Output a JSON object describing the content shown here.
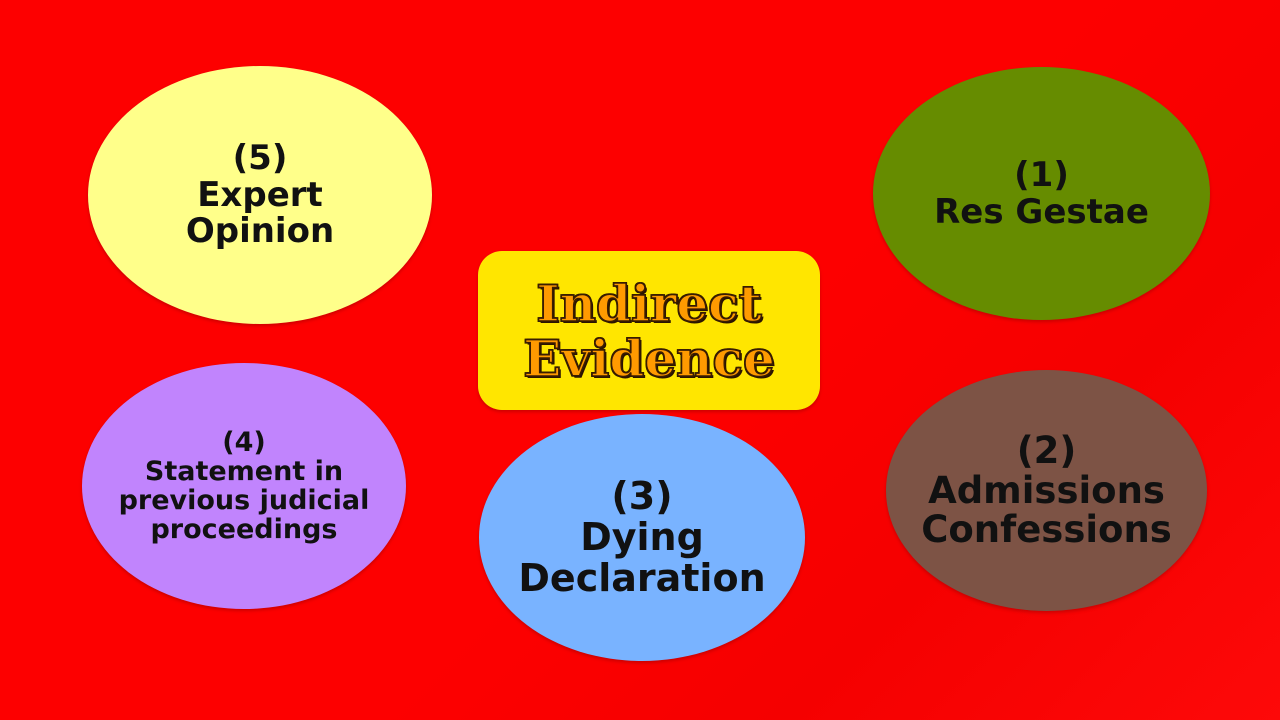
{
  "center": {
    "line1": "Indirect",
    "line2": "Evidence"
  },
  "items": [
    {
      "number": "(1)",
      "lines": [
        "Res Gestae"
      ],
      "color": "#668c00"
    },
    {
      "number": "(2)",
      "lines": [
        "Admissions",
        "Confessions"
      ],
      "color": "#7d5345"
    },
    {
      "number": "(3)",
      "lines": [
        "Dying",
        "Declaration"
      ],
      "color": "#79b3ff"
    },
    {
      "number": "(4)",
      "lines": [
        "Statement in",
        "previous judicial",
        "proceedings"
      ],
      "color": "#c184fd"
    },
    {
      "number": "(5)",
      "lines": [
        "Expert",
        "Opinion"
      ],
      "color": "#ffff8a"
    }
  ],
  "background_color": "#fd0000",
  "title_box_color": "#ffe600",
  "title_text_color": "#ff9a00"
}
